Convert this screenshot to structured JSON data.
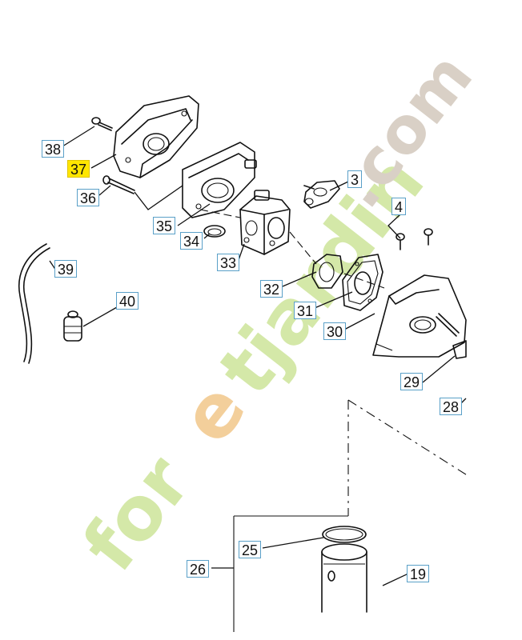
{
  "watermark": {
    "text": "foretjardin.com",
    "color_green": "#d4e8a8",
    "color_orange": "#f3cf9b",
    "color_grey": "#d9d0c6"
  },
  "highlight_color": "#ffe600",
  "callout_border_color": "#5aa0c8",
  "parts": [
    {
      "id": "p3",
      "label": "3"
    },
    {
      "id": "p4",
      "label": "4"
    },
    {
      "id": "p19",
      "label": "19"
    },
    {
      "id": "p25",
      "label": "25"
    },
    {
      "id": "p26",
      "label": "26"
    },
    {
      "id": "p28",
      "label": "28"
    },
    {
      "id": "p29",
      "label": "29"
    },
    {
      "id": "p30",
      "label": "30"
    },
    {
      "id": "p31",
      "label": "31"
    },
    {
      "id": "p32",
      "label": "32"
    },
    {
      "id": "p33",
      "label": "33"
    },
    {
      "id": "p34",
      "label": "34"
    },
    {
      "id": "p35",
      "label": "35"
    },
    {
      "id": "p36",
      "label": "36"
    },
    {
      "id": "p37",
      "label": "37",
      "highlighted": true
    },
    {
      "id": "p38",
      "label": "38"
    },
    {
      "id": "p39",
      "label": "39"
    },
    {
      "id": "p40",
      "label": "40"
    }
  ]
}
